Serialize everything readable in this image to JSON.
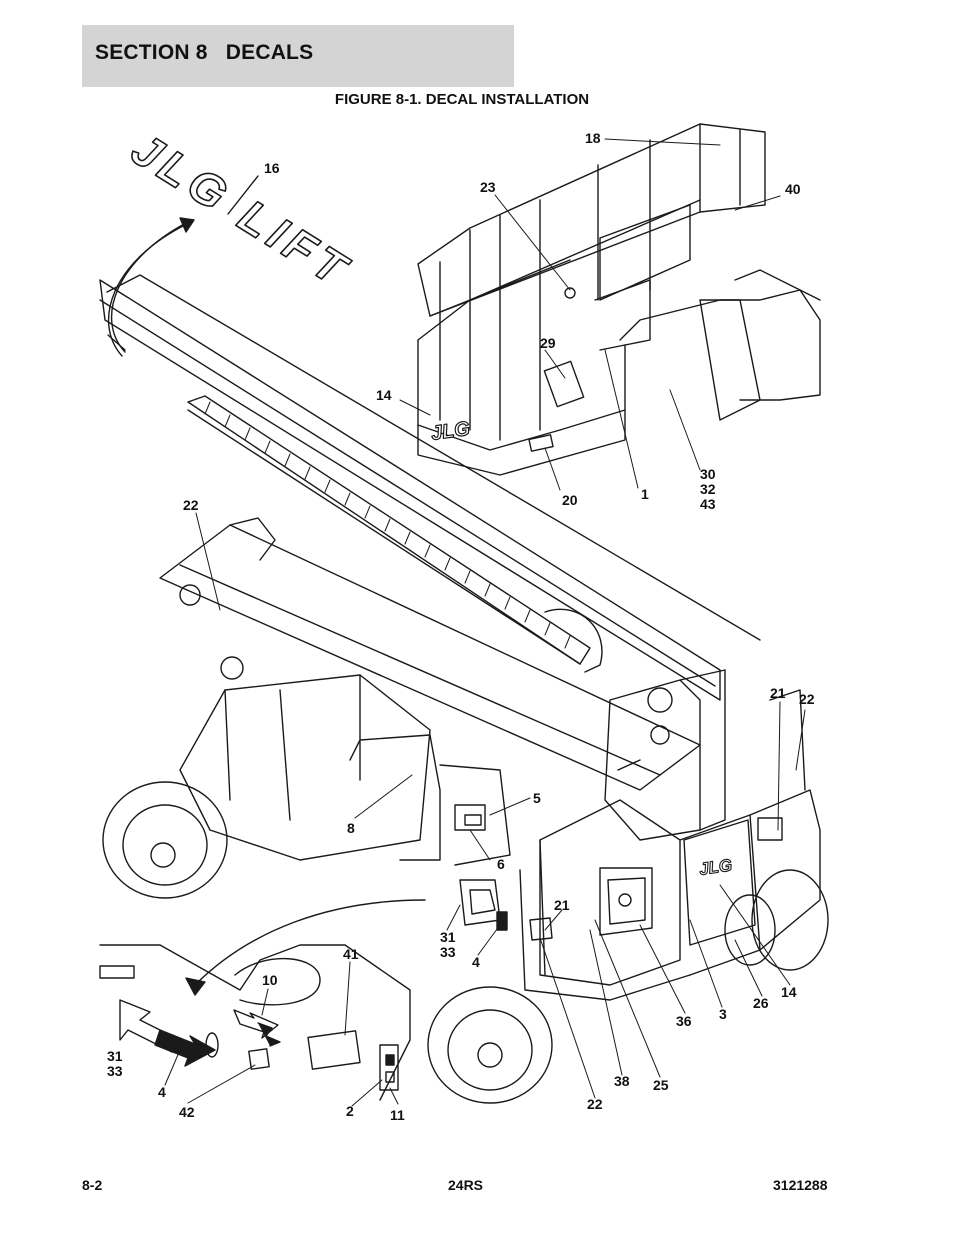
{
  "header": {
    "section_title": "SECTION 8   DECALS"
  },
  "figure": {
    "title": "FIGURE 8-1. DECAL INSTALLATION"
  },
  "decal_text": {
    "logo_large": "JLG LIFT",
    "logo_small": "JLG"
  },
  "callouts": [
    {
      "id": "c18",
      "text": "18"
    },
    {
      "id": "c16",
      "text": "16"
    },
    {
      "id": "c23",
      "text": "23"
    },
    {
      "id": "c40",
      "text": "40"
    },
    {
      "id": "c29",
      "text": "29"
    },
    {
      "id": "c14a",
      "text": "14"
    },
    {
      "id": "c20",
      "text": "20"
    },
    {
      "id": "c1",
      "text": "1"
    },
    {
      "id": "c30",
      "text": "30\n32\n43"
    },
    {
      "id": "c22a",
      "text": "22"
    },
    {
      "id": "c21a",
      "text": "21"
    },
    {
      "id": "c22b",
      "text": "22"
    },
    {
      "id": "c5",
      "text": "5"
    },
    {
      "id": "c8",
      "text": "8"
    },
    {
      "id": "c6",
      "text": "6"
    },
    {
      "id": "c21b",
      "text": "21"
    },
    {
      "id": "c31a",
      "text": "31\n33"
    },
    {
      "id": "c4a",
      "text": "4"
    },
    {
      "id": "c41",
      "text": "41"
    },
    {
      "id": "c10",
      "text": "10"
    },
    {
      "id": "c14b",
      "text": "14"
    },
    {
      "id": "c26",
      "text": "26"
    },
    {
      "id": "c3",
      "text": "3"
    },
    {
      "id": "c36",
      "text": "36"
    },
    {
      "id": "c25",
      "text": "25"
    },
    {
      "id": "c38",
      "text": "38"
    },
    {
      "id": "c22c",
      "text": "22"
    },
    {
      "id": "c31b",
      "text": "31\n33"
    },
    {
      "id": "c4b",
      "text": "4"
    },
    {
      "id": "c42",
      "text": "42"
    },
    {
      "id": "c2",
      "text": "2"
    },
    {
      "id": "c11",
      "text": "11"
    }
  ],
  "footer": {
    "page_number": "8-2",
    "model": "24RS",
    "doc_number": "3121288"
  }
}
